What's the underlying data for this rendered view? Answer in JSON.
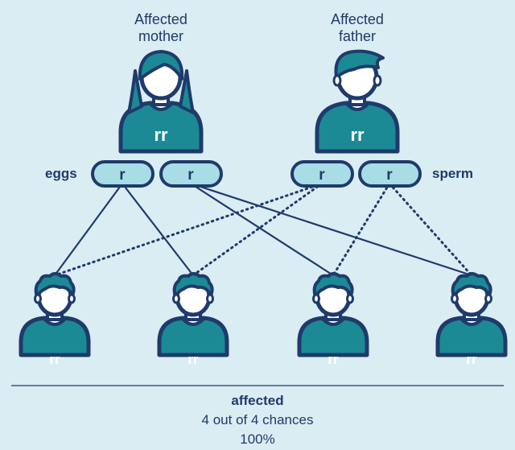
{
  "parents": {
    "mother": {
      "label_line1": "Affected",
      "label_line2": "mother",
      "genotype": "rr"
    },
    "father": {
      "label_line1": "Affected",
      "label_line2": "father",
      "genotype": "rr"
    }
  },
  "gametes": {
    "eggs_label": "eggs",
    "sperm_label": "sperm",
    "eggs": [
      "r",
      "r"
    ],
    "sperm": [
      "r",
      "r"
    ]
  },
  "children": [
    {
      "genotype": "rr"
    },
    {
      "genotype": "rr"
    },
    {
      "genotype": "rr"
    },
    {
      "genotype": "rr"
    }
  ],
  "summary": {
    "status": "affected",
    "chances": "4 out of 4 chances",
    "percent": "100%"
  },
  "colors": {
    "background": "#d9edf3",
    "figure_fill": "#1b8a95",
    "outline": "#1f3a6b",
    "pill_fill": "#a8dde5",
    "text_dark": "#1f3a6b"
  }
}
